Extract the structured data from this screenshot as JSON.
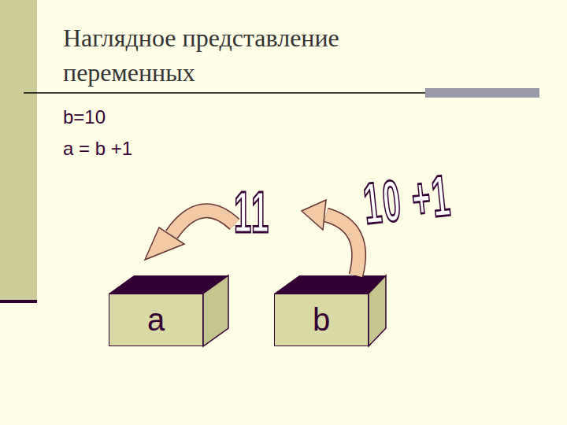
{
  "diagram": {
    "title": "Наглядное представление переменных",
    "nodes": [
      {
        "text": [
          "a"
        ]
      },
      {
        "text": [
          "b"
        ]
      }
    ],
    "labels": [
      "b=10",
      "a = b +1",
      "11",
      "10 +1"
    ]
  }
}
